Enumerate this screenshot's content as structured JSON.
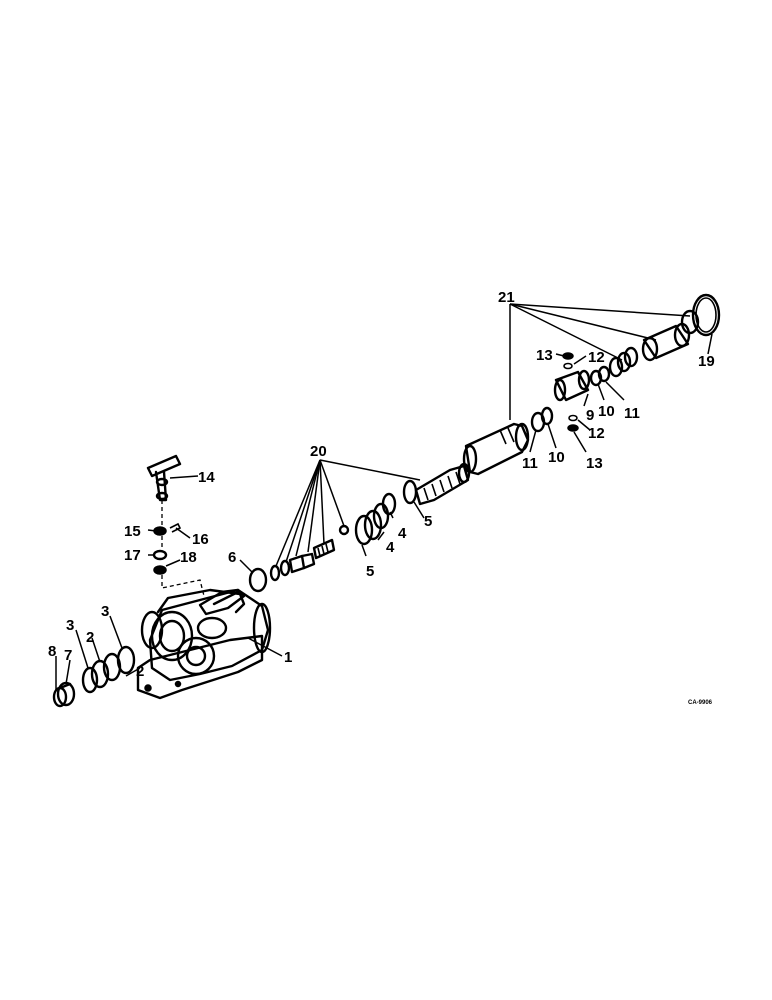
{
  "callouts": {
    "c1": "1",
    "c2a": "2",
    "c2b": "2",
    "c3a": "3",
    "c3b": "3",
    "c4a": "4",
    "c4b": "4",
    "c5a": "5",
    "c5b": "5",
    "c6": "6",
    "c7": "7",
    "c8": "8",
    "c9": "9",
    "c10a": "10",
    "c10b": "10",
    "c11a": "11",
    "c11b": "11",
    "c12a": "12",
    "c12b": "12",
    "c13a": "13",
    "c13b": "13",
    "c14": "14",
    "c15": "15",
    "c16": "16",
    "c17": "17",
    "c18": "18",
    "c19": "19",
    "c20": "20",
    "c21": "21"
  },
  "drawing_code": "CA-9906"
}
